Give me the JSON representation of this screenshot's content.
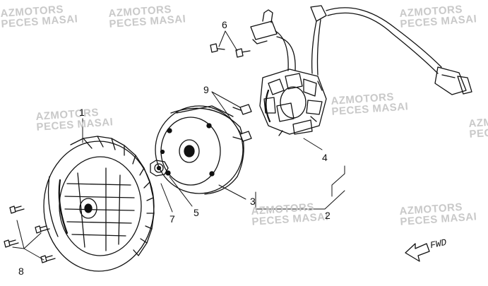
{
  "watermarks": [
    {
      "line1": "AZMOTORS",
      "line2": "PECES MASAI"
    },
    {
      "line1": "AZMOTORS",
      "line2": "PECES MASAI"
    },
    {
      "line1": "AZMOTORS",
      "line2": "PECES MASAI"
    },
    {
      "line1": "AZMOTORS",
      "line2": "PECES MASAI"
    },
    {
      "line1": "AZMOTORS",
      "line2": "PECES MASAI"
    },
    {
      "line1": "AZMOTORS",
      "line2": "PECES MASAI"
    },
    {
      "line1": "AZMOTORS",
      "line2": "PECES MASAI"
    },
    {
      "line1": "AZMOTORS",
      "line2": "PECES MASAI"
    }
  ],
  "callouts": [
    "1",
    "2",
    "3",
    "4",
    "5",
    "6",
    "7",
    "8",
    "9"
  ],
  "direction_label": "FWD",
  "colors": {
    "line": "#111111",
    "watermark": "#c9c9c9",
    "background": "#ffffff"
  }
}
